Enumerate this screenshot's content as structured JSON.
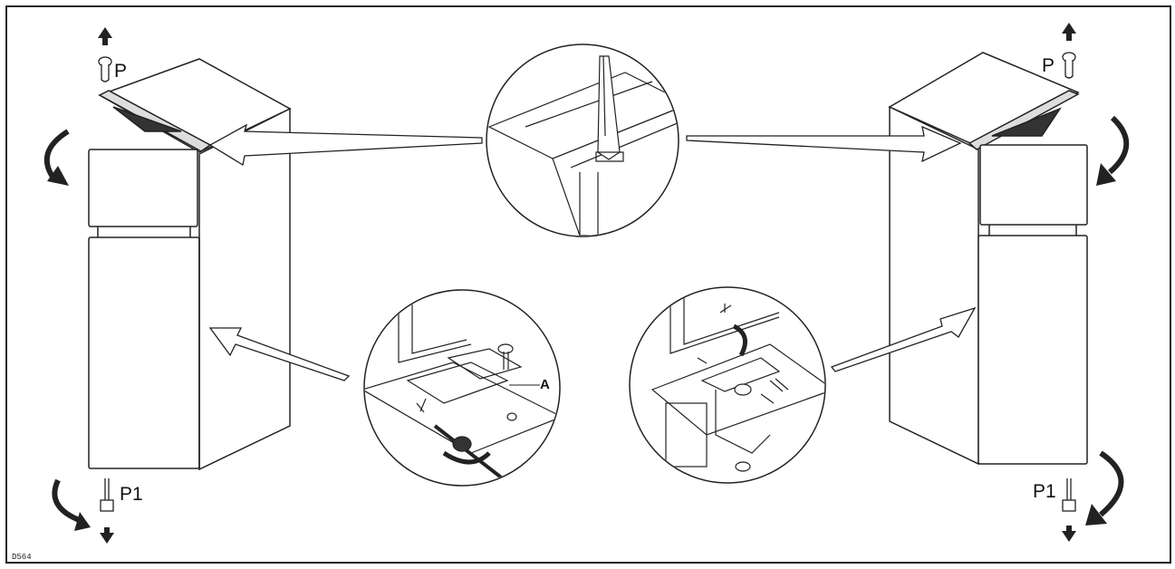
{
  "labels": {
    "p_left": "P",
    "p_right": "P",
    "p1_left": "P1",
    "p1_right": "P1",
    "a": "A",
    "figure_code": "D564"
  },
  "colors": {
    "line": "#222222",
    "fill": "#ffffff",
    "shade": "#333333"
  }
}
